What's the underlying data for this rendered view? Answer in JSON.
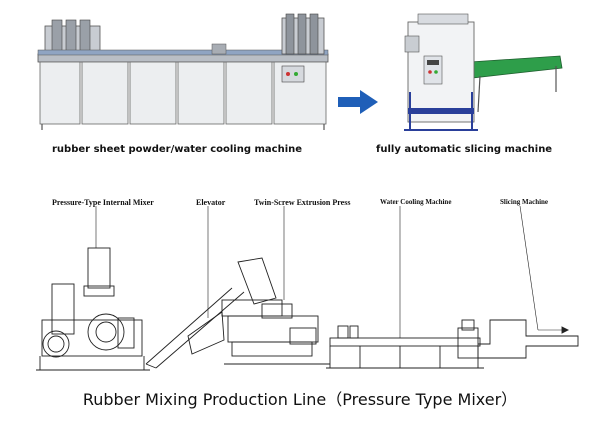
{
  "captions": {
    "left_machine": "rubber sheet powder/water cooling machine",
    "right_machine": "fully automatic slicing machine"
  },
  "diagram_labels": {
    "mixer": "Pressure-Type Internal Mixer",
    "elevator": "Elevator",
    "extruder": "Twin-Screw Extrusion Press",
    "cooling": "Water Cooling Machine",
    "slicing": "Slicing Machine"
  },
  "title": "Rubber Mixing Production Line（Pressure Type Mixer）",
  "colors": {
    "arrow": "#1f5fb8",
    "machine_body": "#eceef0",
    "conveyor_green": "#2e9e4a",
    "frame_blue": "#2a3f9a"
  }
}
